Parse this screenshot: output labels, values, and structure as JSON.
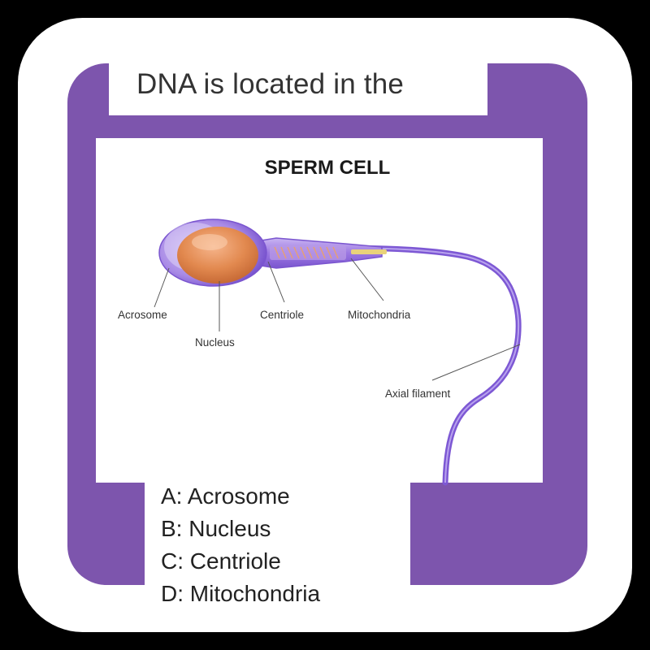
{
  "question": "DNA is located in the",
  "diagram": {
    "title": "SPERM CELL",
    "labels": {
      "acrosome": "Acrosome",
      "nucleus": "Nucleus",
      "centriole": "Centriole",
      "mitochondria": "Mitochondria",
      "axial_filament": "Axial filament"
    }
  },
  "answers": [
    "A: Acrosome",
    "B: Nucleus",
    "C: Centriole",
    "D: Mitochondria"
  ],
  "colors": {
    "frame_purple": "#7d55ad",
    "cell_membrane": "#8a62d8",
    "nucleus": "#e28a52"
  }
}
